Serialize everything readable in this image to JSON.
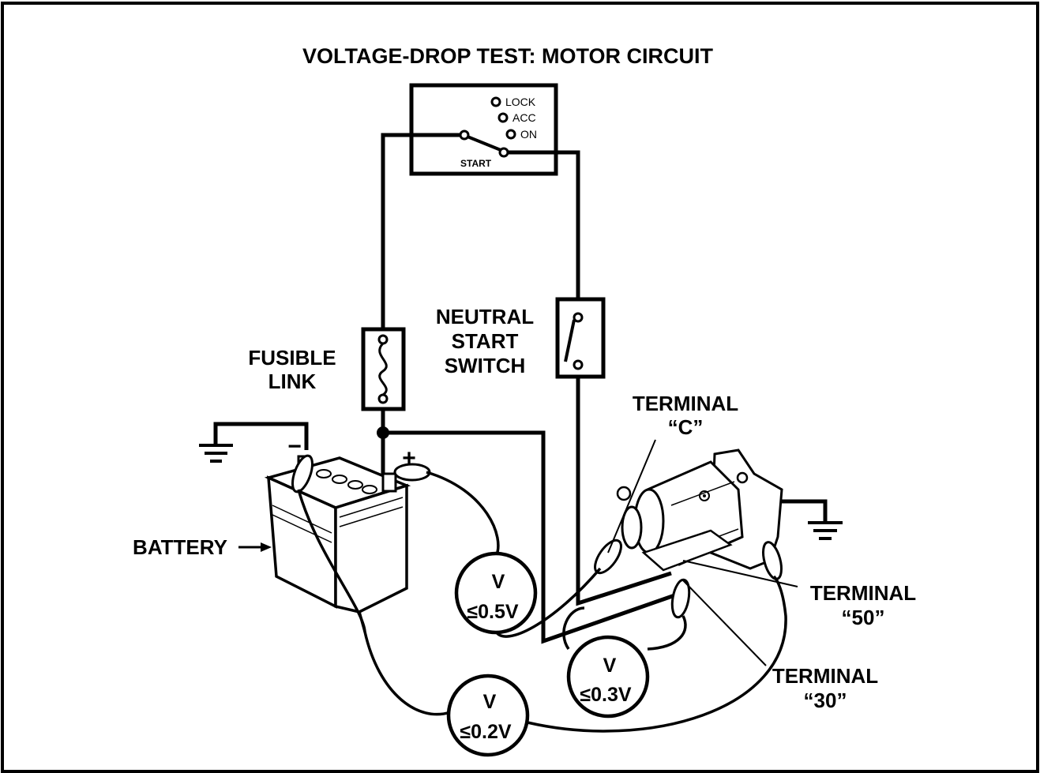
{
  "title": "VOLTAGE-DROP TEST: MOTOR CIRCUIT",
  "ignition_switch": {
    "positions": [
      "LOCK",
      "ACC",
      "ON"
    ],
    "start_label": "START"
  },
  "fusible_link": {
    "line1": "FUSIBLE",
    "line2": "LINK"
  },
  "neutral_start_switch": {
    "line1": "NEUTRAL",
    "line2": "START",
    "line3": "SWITCH"
  },
  "battery": {
    "label": "BATTERY",
    "positive_sign": "+",
    "negative_sign": "−"
  },
  "terminals": {
    "c": {
      "line1": "TERMINAL",
      "line2": "“C”"
    },
    "t50": {
      "line1": "TERMINAL",
      "line2": "“50”"
    },
    "t30": {
      "line1": "TERMINAL",
      "line2": "“30”"
    }
  },
  "meters": [
    {
      "symbol": "V",
      "reading": "≤0.5V"
    },
    {
      "symbol": "V",
      "reading": "≤0.3V"
    },
    {
      "symbol": "V",
      "reading": "≤0.2V"
    }
  ]
}
